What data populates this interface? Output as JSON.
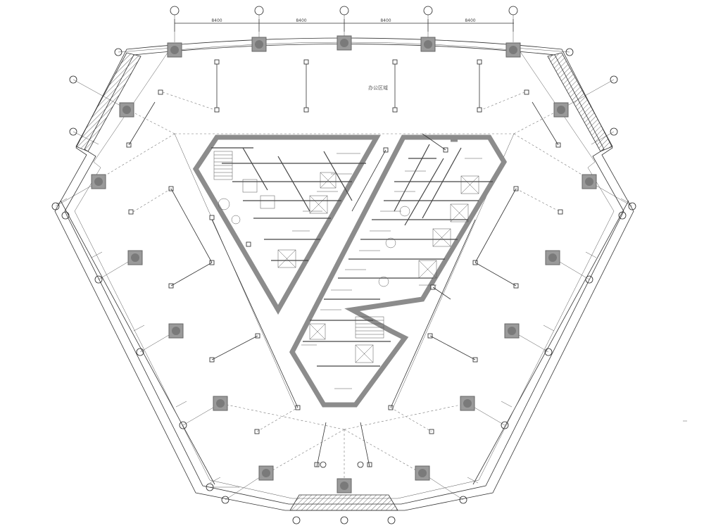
{
  "drawing": {
    "area_label": "办公区域",
    "dimension_labels": [
      "8400",
      "8400",
      "8400",
      "8400"
    ]
  }
}
